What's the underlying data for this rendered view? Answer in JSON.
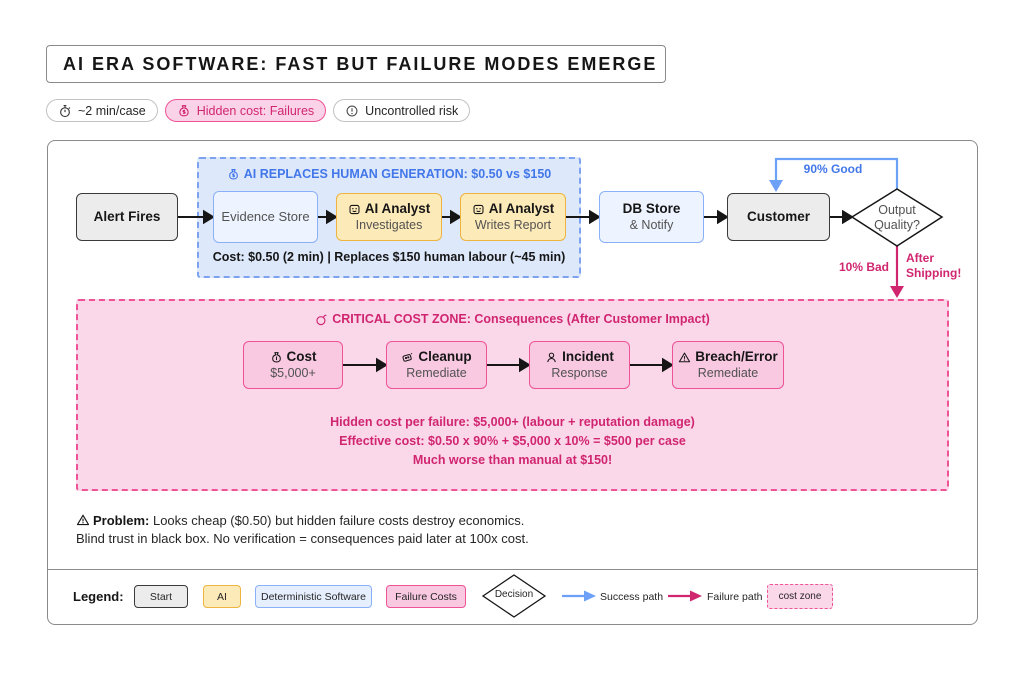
{
  "title": "AI ERA SOFTWARE: FAST BUT FAILURE MODES EMERGE",
  "pills": [
    {
      "icon": "stopwatch-icon",
      "label": "~2 min/case"
    },
    {
      "icon": "moneybag-icon",
      "label": "Hidden cost: Failures"
    },
    {
      "icon": "alert-circle-icon",
      "label": "Uncontrolled risk"
    }
  ],
  "ai_zone": {
    "title": "AI REPLACES HUMAN GENERATION: $0.50 vs $150",
    "footer": "Cost: $0.50 (2 min) | Replaces $150 human labour (~45 min)"
  },
  "flow": {
    "alert_fires": "Alert Fires",
    "evidence_store": "Evidence Store",
    "ai_investigates": {
      "title": "AI Analyst",
      "subtitle": "Investigates"
    },
    "ai_writes": {
      "title": "AI Analyst",
      "subtitle": "Writes Report"
    },
    "db_store": {
      "title": "DB Store",
      "subtitle": "& Notify"
    },
    "customer": "Customer",
    "decision": {
      "line1": "Output",
      "line2": "Quality?"
    },
    "success_label": "90% Good",
    "fail_label": "10% Bad",
    "fail_note_line1": "After",
    "fail_note_line2": "Shipping!"
  },
  "cost_zone": {
    "title": "CRITICAL COST ZONE: Consequences (After Customer Impact)",
    "boxes": [
      {
        "icon": "moneybag-icon",
        "title": "Cost",
        "subtitle": "$5,000+"
      },
      {
        "icon": "soap-icon",
        "title": "Cleanup",
        "subtitle": "Remediate"
      },
      {
        "icon": "person-icon",
        "title": "Incident",
        "subtitle": "Response"
      },
      {
        "icon": "warning-icon",
        "title": "Breach/Error",
        "subtitle": "Remediate"
      }
    ],
    "notes": [
      "Hidden cost per failure: $5,000+ (labour + reputation damage)",
      "Effective cost: $0.50 x 90% + $5,000 x 10% = $500 per case",
      "Much worse than manual at $150!"
    ]
  },
  "problem": {
    "label": "Problem:",
    "line1": "Looks cheap ($0.50) but hidden failure costs destroy economics.",
    "line2": "Blind trust in black box. No verification = consequences paid later at 100x cost."
  },
  "legend": {
    "label": "Legend:",
    "start": "Start",
    "ai": "AI",
    "deterministic": "Deterministic Software",
    "failure_costs": "Failure Costs",
    "decision": "Decision",
    "success_path": "Success path",
    "failure_path": "Failure path",
    "cost_zone": "cost zone"
  },
  "colors": {
    "blue_text": "#4277ea",
    "blue_border": "#8ab0f8",
    "blue_zone_bg": "#dde8fb",
    "success_arrow": "#6da0f7",
    "yellow_bg": "#fdeab9",
    "yellow_border": "#eeb440",
    "pink_text": "#d02670",
    "pink_border": "#ee5396",
    "pink_zone_bg": "#fbd7ea",
    "pink_box_bg": "#f9c8e1",
    "gray_box_bg": "#ececec",
    "dark": "#161616"
  }
}
